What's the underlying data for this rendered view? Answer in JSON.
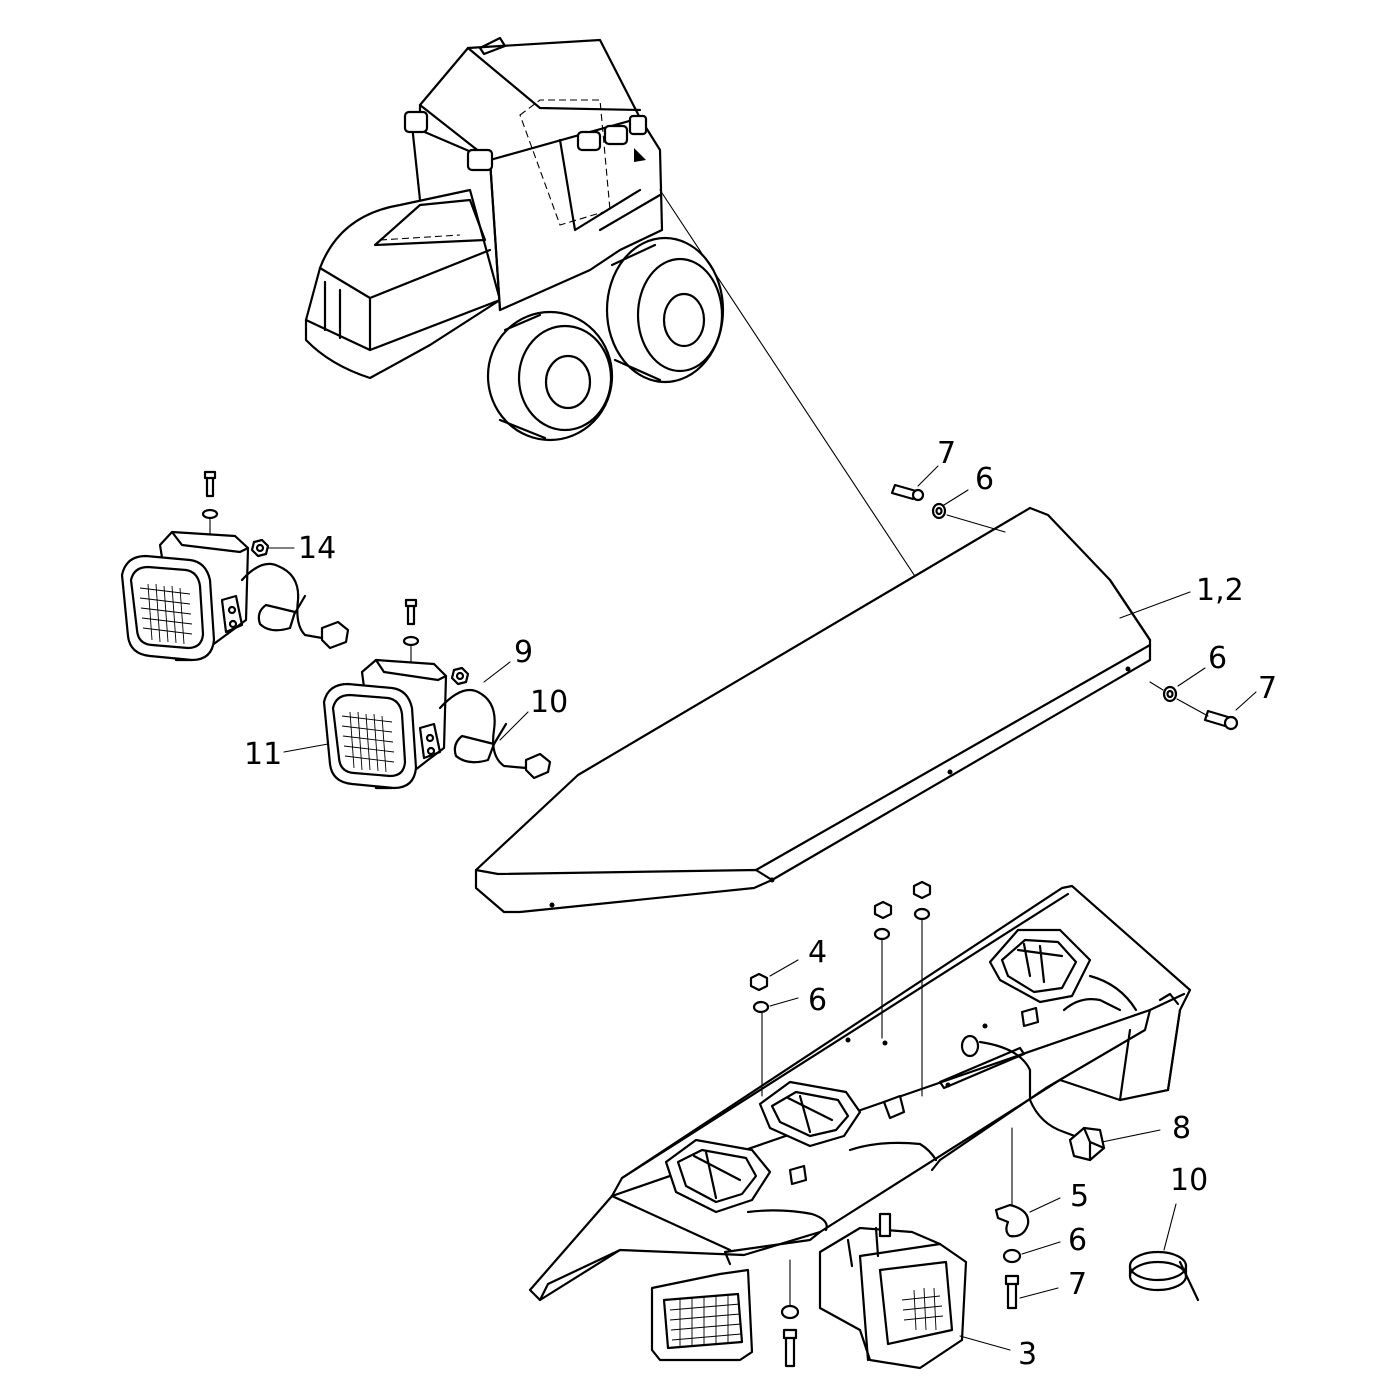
{
  "callouts": {
    "c_1_2": "1,2",
    "c_3": "3",
    "c_4": "4",
    "c_5": "5",
    "c_6_top": "6",
    "c_6_right": "6",
    "c_6_mid": "6",
    "c_6_bottom": "6",
    "c_7_top": "7",
    "c_7_right": "7",
    "c_7_bottom": "7",
    "c_8": "8",
    "c_9": "9",
    "c_10_lamp": "10",
    "c_10_band": "10",
    "c_11": "11",
    "c_14": "14"
  }
}
